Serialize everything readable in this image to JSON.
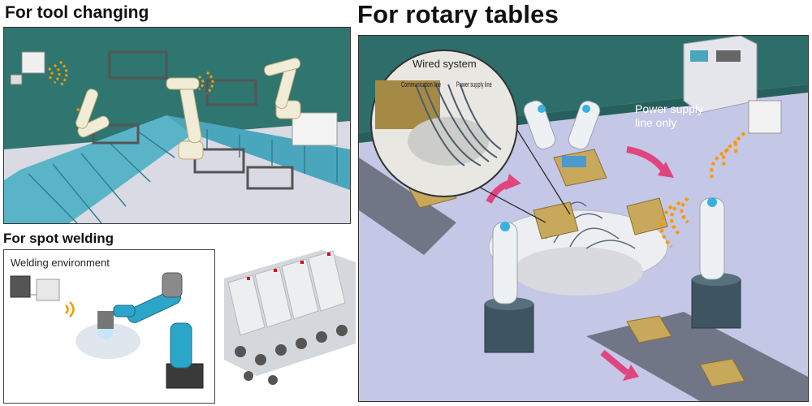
{
  "sections": {
    "tool_changing": {
      "title": "For tool changing"
    },
    "spot_welding": {
      "title": "For spot welding",
      "environment_label": "Welding environment"
    },
    "rotary_tables": {
      "title": "For rotary tables",
      "callout_title": "Wired system",
      "callout_labels": [
        "Communication line",
        "Power supply line"
      ],
      "power_label_line1": "Power supply",
      "power_label_line2": "line only"
    }
  },
  "colors": {
    "robot_cyan": "#2aa6c8",
    "wireless_orange": "#f59a00",
    "arrow_pink": "#e0457f",
    "box_tan": "#c8a85a",
    "floor_lavender": "#c5c7e6",
    "wall_teal": "#2e6e6a"
  },
  "icons": [
    "wireless-signal-icon",
    "rotation-arrow-icon",
    "robot-arm-icon"
  ]
}
